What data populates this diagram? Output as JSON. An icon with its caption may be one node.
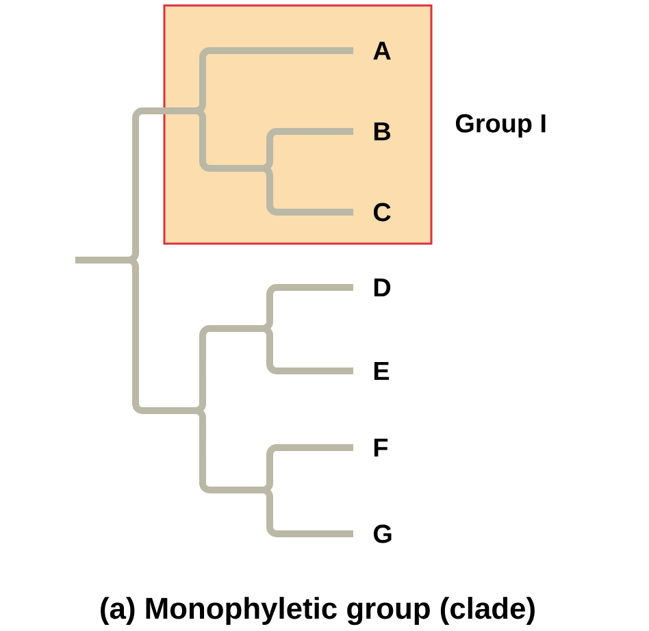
{
  "diagram": {
    "caption": "(a) Monophyletic group (clade)",
    "nodes": [
      {
        "text": [
          "Group I"
        ]
      },
      {
        "text": [
          "A"
        ],
        "in": 0
      },
      {
        "text": [
          "B"
        ],
        "in": 0
      },
      {
        "text": [
          "C"
        ],
        "in": 0
      },
      {
        "text": [
          "D"
        ]
      },
      {
        "text": [
          "E"
        ]
      },
      {
        "text": [
          "F"
        ]
      },
      {
        "text": [
          "G"
        ]
      }
    ]
  }
}
